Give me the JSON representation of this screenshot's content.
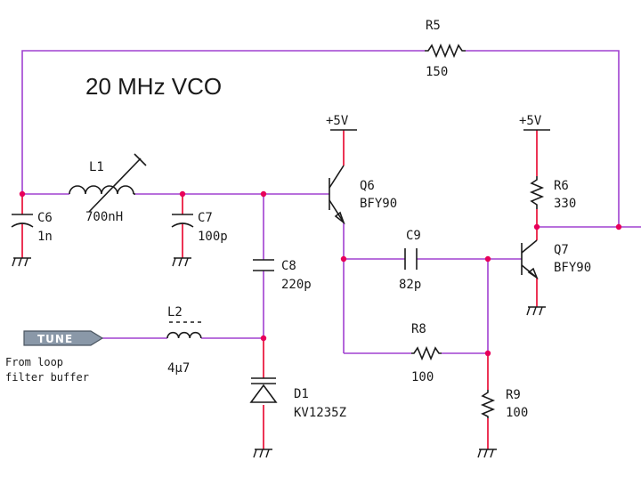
{
  "title": "20 MHz VCO",
  "port": {
    "label": "TUNE",
    "note_line1": "From loop",
    "note_line2": "filter buffer"
  },
  "supply_label": "+5V",
  "components": {
    "R5": {
      "ref": "R5",
      "value": "150"
    },
    "L1": {
      "ref": "L1",
      "value": "700nH"
    },
    "C6": {
      "ref": "C6",
      "value": "1n"
    },
    "C7": {
      "ref": "C7",
      "value": "100p"
    },
    "C8": {
      "ref": "C8",
      "value": "220p"
    },
    "L2": {
      "ref": "L2",
      "value": "4µ7"
    },
    "D1": {
      "ref": "D1",
      "value": "KV1235Z"
    },
    "Q6": {
      "ref": "Q6",
      "value": "BFY90"
    },
    "C9": {
      "ref": "C9",
      "value": "82p"
    },
    "R8": {
      "ref": "R8",
      "value": "100"
    },
    "R9": {
      "ref": "R9",
      "value": "100"
    },
    "R6": {
      "ref": "R6",
      "value": "330"
    },
    "Q7": {
      "ref": "Q7",
      "value": "BFY90"
    }
  },
  "colors": {
    "wire": "#a040d0",
    "lead": "#e8002a",
    "node": "#e8005a",
    "port_fill": "#8a98a8"
  }
}
